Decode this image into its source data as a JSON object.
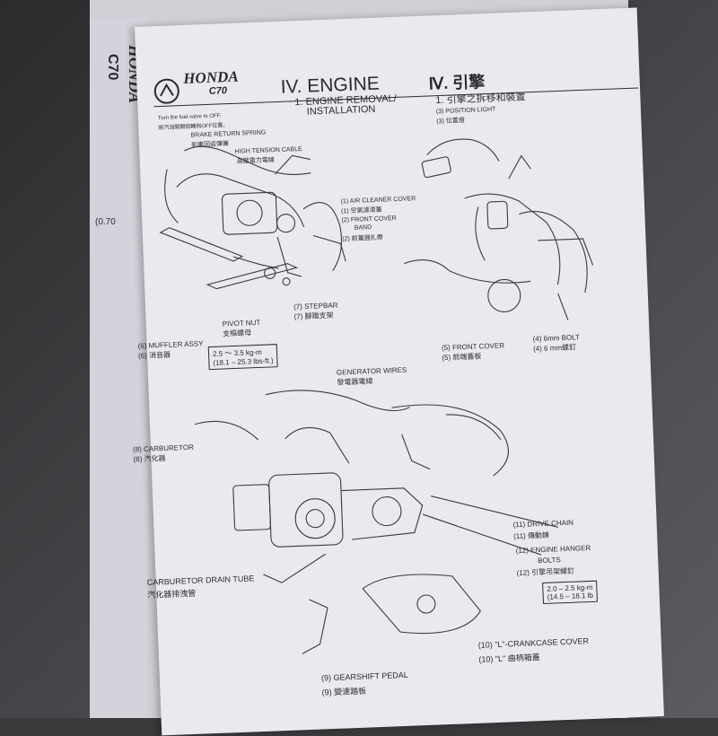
{
  "back_page": {
    "brand": "HONDA",
    "model": "C70",
    "margin_number": "(0.70"
  },
  "header": {
    "brand": "HONDA",
    "model": "C70",
    "section_en": "IV. ENGINE",
    "section_zh": "Ⅳ. 引擎",
    "sub_en_1": "1. ENGINE REMOVAL/",
    "sub_en_2": "INSTALLATION",
    "sub_zh": "1. 引擎之拆移和裝置"
  },
  "instruction": {
    "line1": "Turn the fuel valve to OFF.",
    "line2": "將汽油開關扭轉到OFF位置。"
  },
  "labels_top_left": {
    "brake_spring": "BRAKE RETURN SPRING",
    "brake_spring_zh": "剎車回返彈簧",
    "ht_cable": "HIGH TENSION CABLE",
    "ht_cable_zh": "高壓電力電線",
    "stepbar": "(7)  STEPBAR",
    "stepbar_zh": "(7)  腳踏支架",
    "pivot_nut": "PIVOT NUT",
    "pivot_nut_zh": "支樞螺母",
    "muffler": "(6)  MUFFLER ASSY",
    "muffler_zh": "(6)  消音器",
    "torque1": "2.5 ～ 3.5 kg-m",
    "torque2": "(18.1 – 25.3 lbs-ft.)"
  },
  "labels_top_right": {
    "position_light": "(3)  POSITION LIGHT",
    "position_light_zh": "(3)  位置燈",
    "air_cleaner": "(1)  AIR CLEANER COVER",
    "air_cleaner_zh": "(1)  空氣濾清蓋",
    "front_cover_band": "(2)  FRONT COVER",
    "front_cover_band_2": "BAND",
    "front_cover_band_zh": "(2)  前蓋捆扎帶",
    "front_cover": "(5)  FRONT COVER",
    "front_cover_zh": "(5)  前端蓋板",
    "bolt": "(4)  6mm BOLT",
    "bolt_zh": "(4)  6 mm螺釘"
  },
  "labels_bottom": {
    "generator_wires": "GENERATOR WIRES",
    "generator_wires_zh": "發電器電線",
    "carburetor": "(8)  CARBURETOR",
    "carburetor_zh": "(8)  汽化器",
    "drain_tube": "CARBURETOR DRAIN TUBE",
    "drain_tube_zh": "汽化器排洩管",
    "drive_chain": "(11)  DRIVE CHAIN",
    "drive_chain_zh": "(11)  傳動鍊",
    "hanger_bolts": "(12)  ENGINE HANGER",
    "hanger_bolts_2": "BOLTS",
    "hanger_bolts_zh": "(12)  引擎吊架螺釘",
    "torque1": "2.0 – 2.5 kg-m",
    "torque2": "(14.5 – 18.1 lb",
    "gearshift": "(9)  GEARSHIFT PEDAL",
    "gearshift_zh": "(9)  變速踏板",
    "crankcase": "(10)  \"L\"-CRANKCASE COVER",
    "crankcase_zh": "(10)  \"L\" 曲柄箱蓋"
  }
}
